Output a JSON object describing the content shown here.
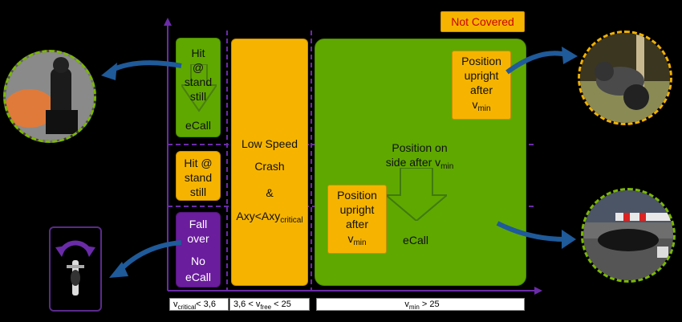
{
  "legend": {
    "not_covered": "Not   Covered"
  },
  "boxes": {
    "hit_standstill_top": {
      "line1": "Hit",
      "line2": "@",
      "line3": "stand",
      "line4": "still",
      "ecall": "eCall"
    },
    "hit_standstill_mid": {
      "line1": "Hit   @",
      "line2": "stand",
      "line3": "still"
    },
    "fall_over": {
      "line1": "Fall",
      "line2": "over",
      "line3": "No",
      "line4": "eCall"
    },
    "low_speed": {
      "line1": "Low   Speed",
      "line2": "Crash",
      "line3": "&",
      "line4": "Axy<Axy",
      "line4_sub": "critical"
    },
    "side": {
      "line1": "Position   on",
      "line2": "side   after   v",
      "line2_sub": "min",
      "ecall": "eCall"
    },
    "upright_top": {
      "line1": "Position",
      "line2": "upright",
      "line3": "after",
      "line4": "v",
      "line4_sub": "min"
    },
    "upright_bottom": {
      "line1": "Position",
      "line2": "upright",
      "line3": "after",
      "line4": "v",
      "line4_sub": "min"
    }
  },
  "ranges": {
    "r1": {
      "prefix": "v",
      "sub": "critical",
      "suffix": "<   3,6"
    },
    "r2": {
      "prefix": "3,6   <   v",
      "sub": "free",
      "suffix": "   <   25"
    },
    "r3": {
      "prefix": "v",
      "sub": "min",
      "suffix": "   >   25"
    }
  },
  "colors": {
    "green": "#5fa800",
    "orange": "#f6b400",
    "purple": "#6a1d9c",
    "arrow": "#1f5a9a",
    "axis": "#6a2ba8"
  },
  "icons": [
    "rider-crash-photo-icon",
    "motorcycle-topview-icon",
    "fallen-motorcycle-photo-icon",
    "crashed-motorcycle-photo-icon"
  ]
}
